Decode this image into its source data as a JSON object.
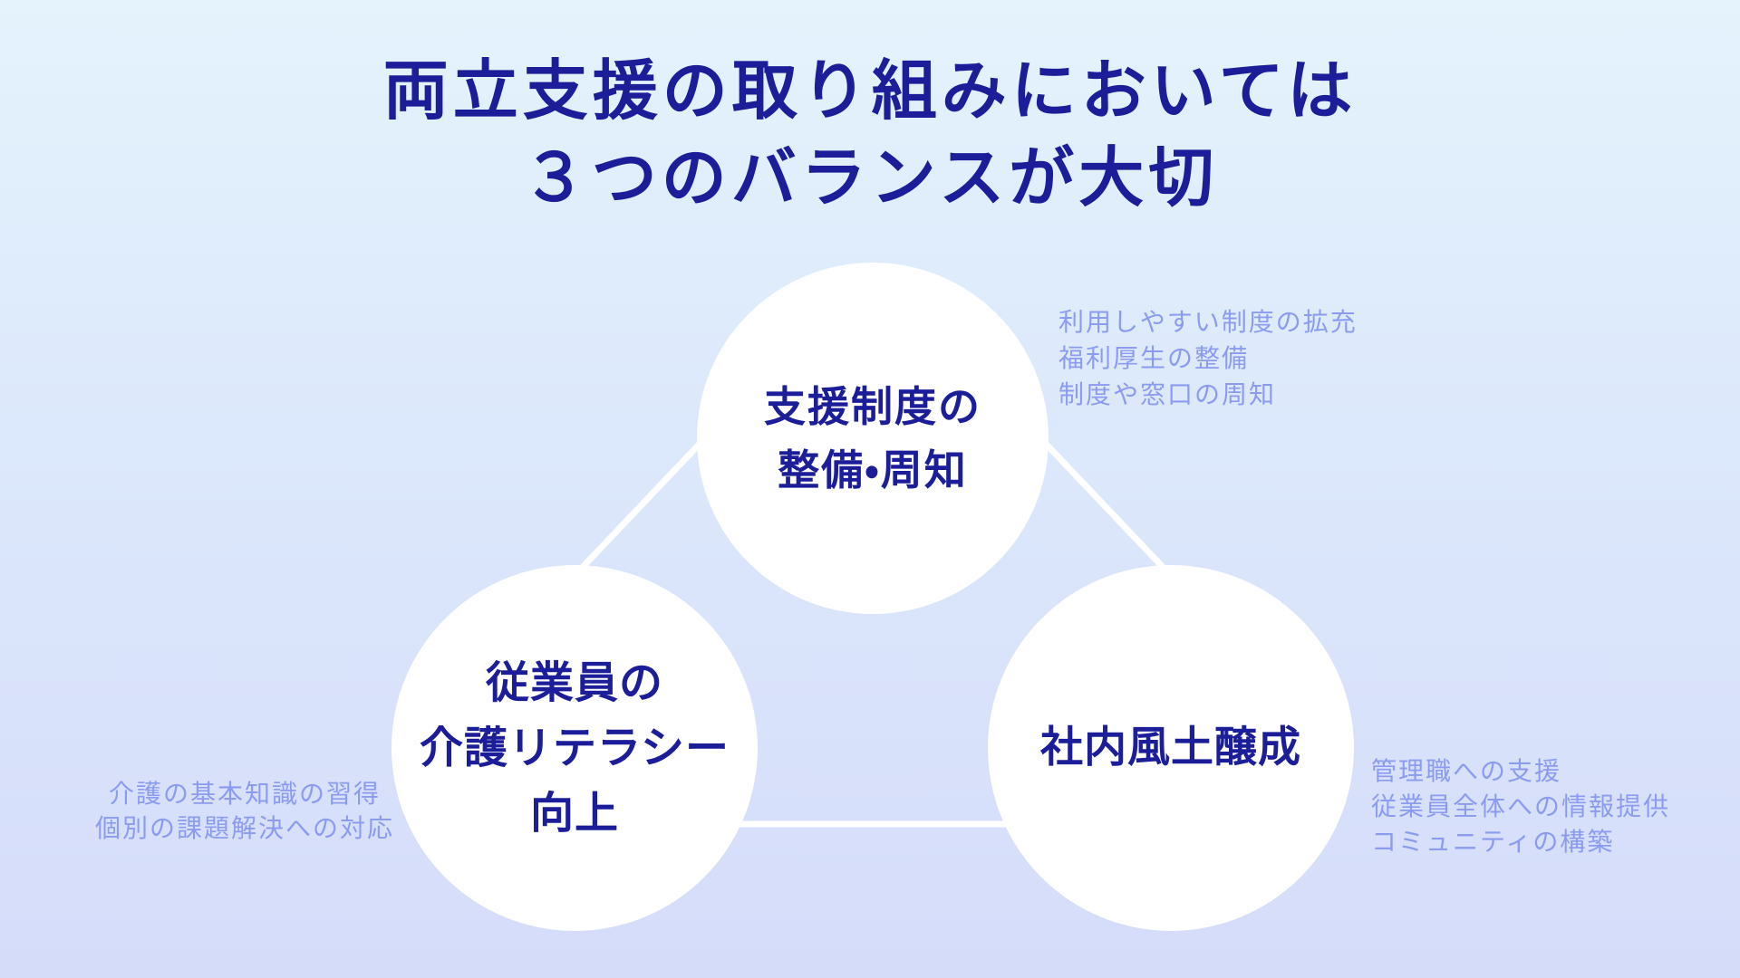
{
  "title": {
    "line1": "両立支援の取り組みにおいては",
    "line2": "３つのバランスが大切"
  },
  "circles": {
    "top": {
      "label_lines": [
        "支援制度の",
        "整備・周知"
      ]
    },
    "left": {
      "label_lines": [
        "従業員の",
        "介護リテラシー",
        "向上"
      ]
    },
    "right": {
      "label_lines": [
        "社内風土醸成"
      ]
    }
  },
  "annotations": {
    "top_right": {
      "lines": [
        "利用しやすい制度の拡充",
        "福利厚生の整備",
        "制度や窓口の周知"
      ]
    },
    "bottom_left": {
      "lines": [
        "介護の基本知識の習得",
        "個別の課題解決への対応"
      ]
    },
    "bottom_right": {
      "lines": [
        "管理職への支援",
        "従業員全体への情報提供",
        "コミュニティの構築"
      ]
    }
  },
  "colors": {
    "background_top": "#e4f3fc",
    "background_bottom": "#d5dcfa",
    "heading_text": "#1c1d99",
    "annotation_text": "#8b9bf0",
    "circle_fill": "#ffffff",
    "connector_line": "#ffffff"
  }
}
